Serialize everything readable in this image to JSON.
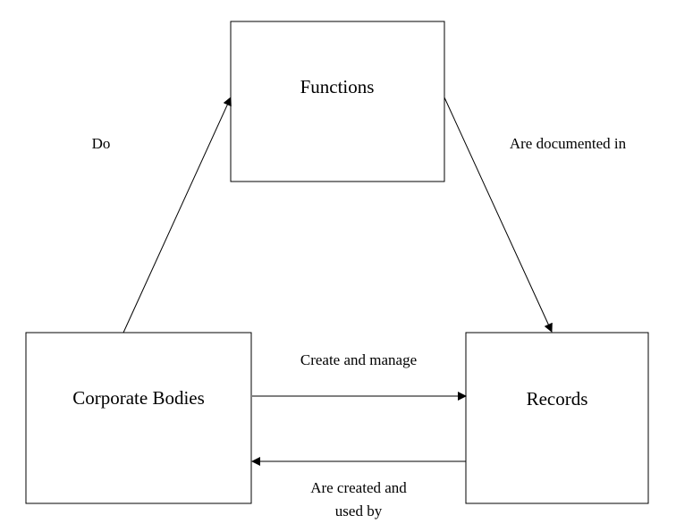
{
  "nodes": {
    "functions": {
      "label": "Functions"
    },
    "corporate_bodies": {
      "label": "Corporate Bodies"
    },
    "records": {
      "label": "Records"
    }
  },
  "edges": {
    "do": {
      "from": "Corporate Bodies",
      "to": "Functions",
      "label": "Do"
    },
    "documented": {
      "from": "Functions",
      "to": "Records",
      "label": "Are documented in"
    },
    "create_manage": {
      "from": "Corporate Bodies",
      "to": "Records",
      "label": "Create and manage"
    },
    "created_used": {
      "from": "Records",
      "to": "Corporate Bodies",
      "label_line1": "Are created and",
      "label_line2": "used by"
    }
  },
  "colors": {
    "stroke": "#000000",
    "background": "#ffffff"
  }
}
